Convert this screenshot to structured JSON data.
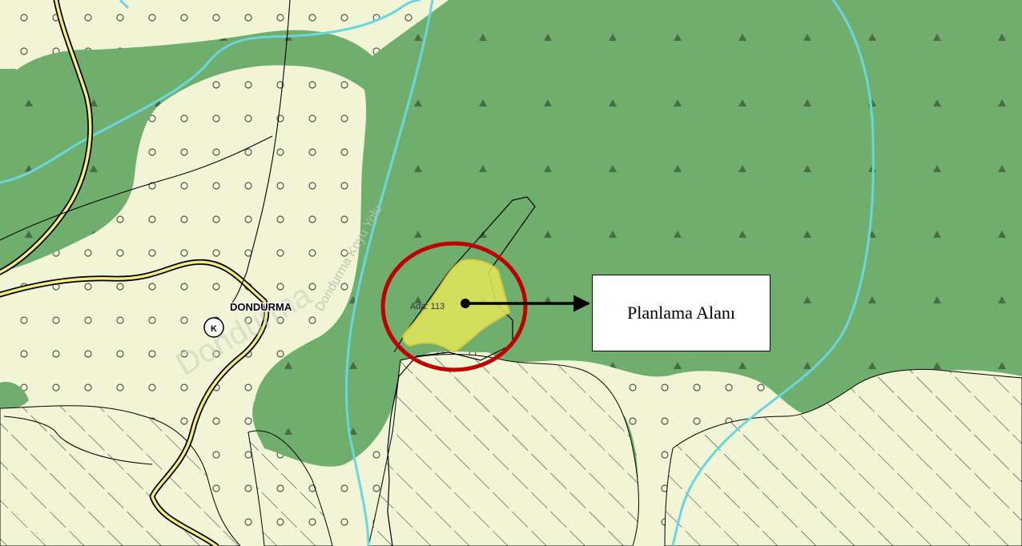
{
  "map": {
    "settlement_label": "DONDURMA",
    "settlement_marker": "K",
    "road_label": "Dondurma Koyu Yolu",
    "parcel_label": "Ada: 113",
    "settlement_watermark": "Dondurma"
  },
  "callout": {
    "label": "Planlama Alanı"
  },
  "colors": {
    "forest": "#6fae6c",
    "agriculture": "#f1f5d6",
    "river": "#6ad6df",
    "road_casing": "#000000",
    "road_fill": "#f6ec7e",
    "highlight": "#e3e75a",
    "circle": "#c00000"
  },
  "icons": {
    "forest_symbol": "triangle-icon",
    "agriculture_symbol": "circle-icon",
    "hatch_symbol": "diagonal-hatch",
    "settlement_symbol": "village-icon",
    "arrow": "arrow-right-icon"
  }
}
